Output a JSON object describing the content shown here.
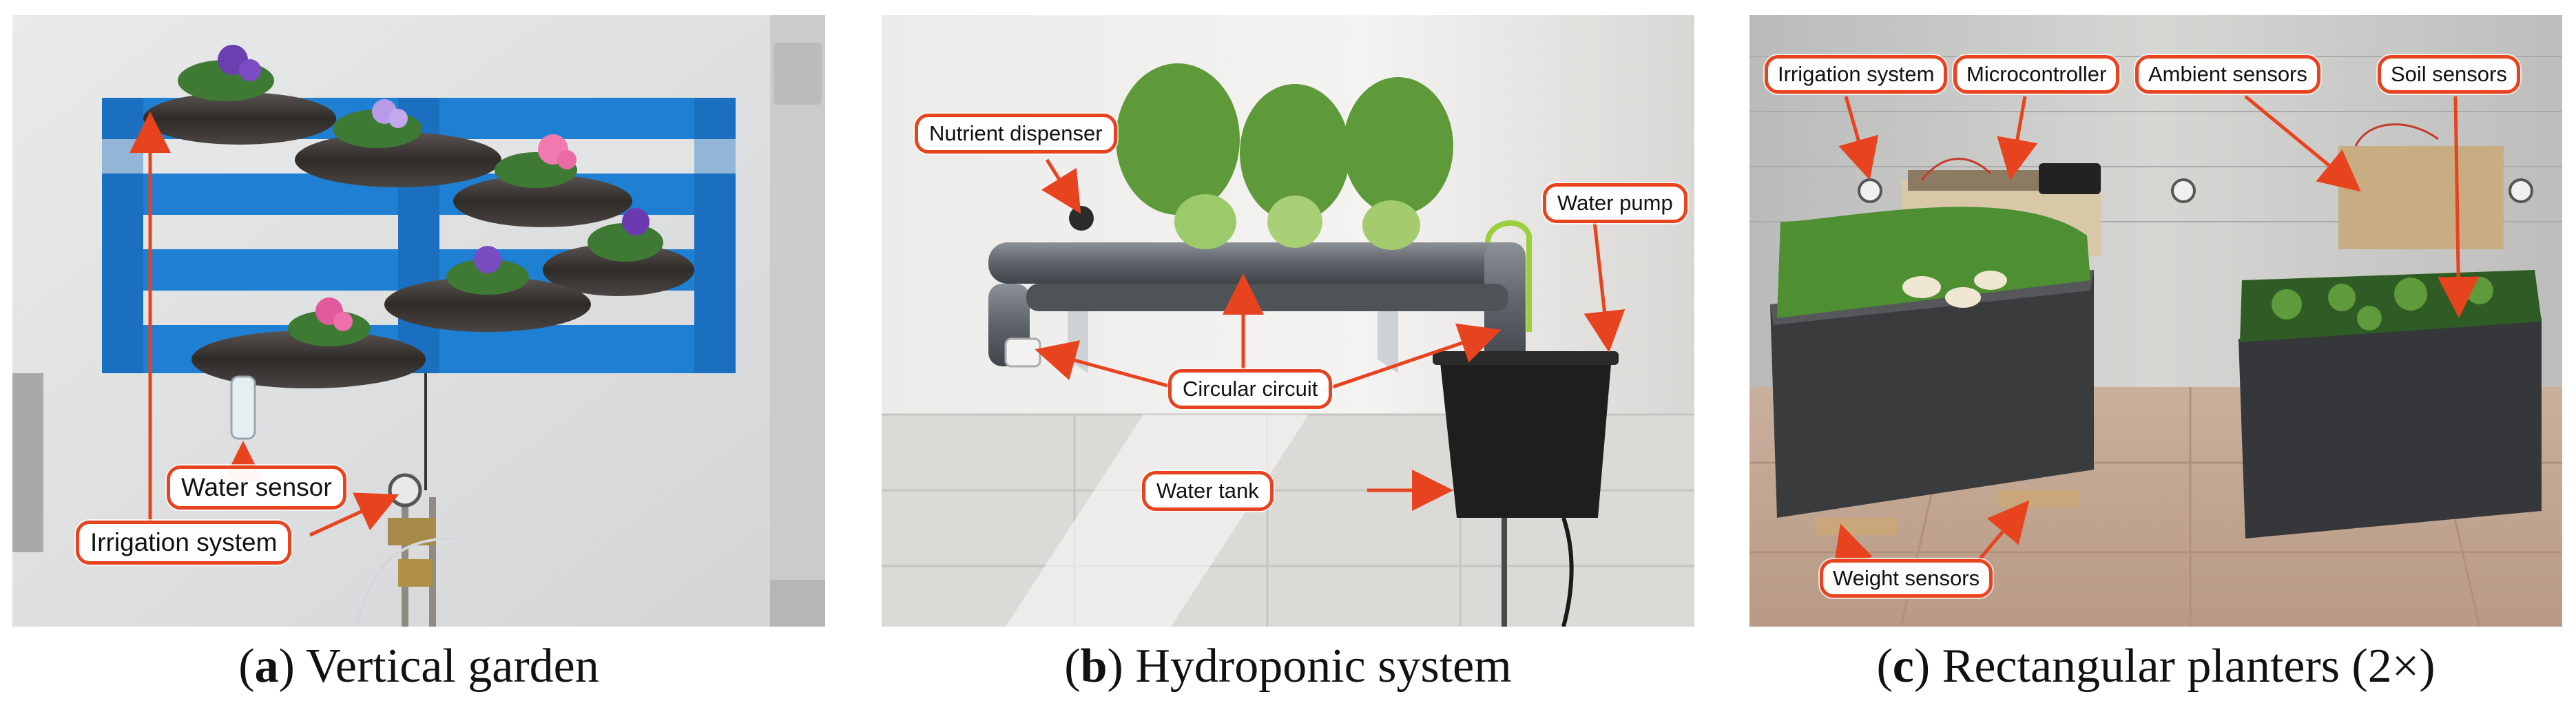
{
  "figure": {
    "colors": {
      "callout_border": "#e8431f",
      "arrow": "#e8431f",
      "pallet_blue": "#1f7fd2"
    },
    "panels": [
      {
        "id": "a",
        "caption_letter": "a",
        "caption_text": "Vertical garden",
        "labels": {
          "water_sensor": "Water sensor",
          "irrigation": "Irrigation system"
        }
      },
      {
        "id": "b",
        "caption_letter": "b",
        "caption_text": "Hydroponic system",
        "labels": {
          "nutrient": "Nutrient dispenser",
          "pump": "Water pump",
          "circuit": "Circular circuit",
          "tank": "Water tank"
        }
      },
      {
        "id": "c",
        "caption_letter": "c",
        "caption_text": "Rectangular planters (2×)",
        "labels": {
          "irrigation": "Irrigation system",
          "micro": "Microcontroller",
          "ambient": "Ambient sensors",
          "soil": "Soil sensors",
          "weight": "Weight sensors"
        }
      }
    ]
  }
}
